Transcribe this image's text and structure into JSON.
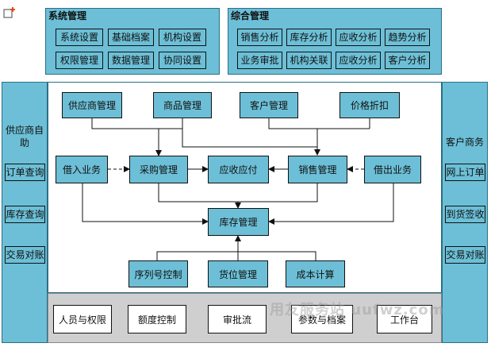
{
  "system_mgmt": {
    "title": "系统管理",
    "items": [
      "系统设置",
      "基础档案",
      "机构设置",
      "权限管理",
      "数据管理",
      "协同设置"
    ]
  },
  "integrated_mgmt": {
    "title": "综合管理",
    "items": [
      "销售分析",
      "库存分析",
      "应收分析",
      "趋势分析",
      "业务审批",
      "机构关联",
      "应收分析",
      "客户分析"
    ]
  },
  "left_panel": {
    "title": "供应商自助",
    "items": [
      "订单查询",
      "库存查询",
      "交易对账"
    ]
  },
  "right_panel": {
    "title": "客户商务",
    "items": [
      "网上订单",
      "到货签收",
      "交易对账"
    ]
  },
  "flow": {
    "supplier": "供应商管理",
    "goods": "商品管理",
    "customer": "客户管理",
    "price": "价格折扣",
    "borrow_in": "借入业务",
    "purchase": "采购管理",
    "receivable": "应收应付",
    "sales": "销售管理",
    "borrow_out": "借出业务",
    "inventory": "库存管理",
    "serial": "序列号控制",
    "location": "货位管理",
    "cost": "成本计算"
  },
  "base_items": [
    "人员与权限",
    "额度控制",
    "审批流",
    "参数与档案",
    "工作台"
  ],
  "watermark": "用友服务站 uufwz.com",
  "colors": {
    "box_fill": "#6cbfd6",
    "panel_border": "#2b6f86",
    "line": "#111111"
  },
  "icons": {
    "corner": "add-window-icon"
  }
}
